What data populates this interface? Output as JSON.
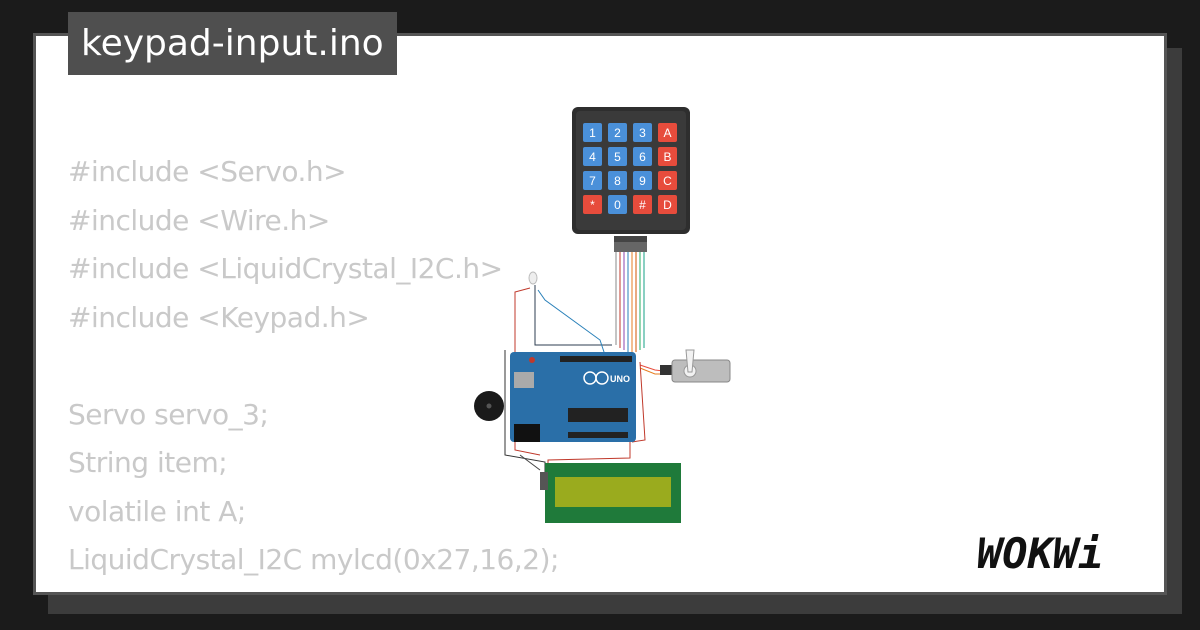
{
  "file_name": "keypad-input.ino",
  "code_lines": [
    "#include <Servo.h>",
    "#include <Wire.h>",
    "#include <LiquidCrystal_I2C.h>",
    "#include <Keypad.h>",
    "",
    "Servo servo_3;",
    "String item;",
    "volatile int A;",
    "LiquidCrystal_I2C mylcd(0x27,16,2);"
  ],
  "keypad": {
    "keys": [
      [
        "1",
        "2",
        "3",
        "A"
      ],
      [
        "4",
        "5",
        "6",
        "B"
      ],
      [
        "7",
        "8",
        "9",
        "C"
      ],
      [
        "*",
        "0",
        "#",
        "D"
      ]
    ]
  },
  "board_label": "UNO",
  "logo_text": "WOKWi",
  "colors": {
    "background": "#1b1b1b",
    "card": "#ffffff",
    "file_tab": "#4f4f4f",
    "code_text": "#c9c9c9",
    "keypad_blue": "#4a90d9",
    "keypad_red": "#e74c3c",
    "arduino_blue": "#2a6fa8",
    "lcd_green": "#1f7a3a",
    "lcd_screen": "#9aab1e"
  }
}
